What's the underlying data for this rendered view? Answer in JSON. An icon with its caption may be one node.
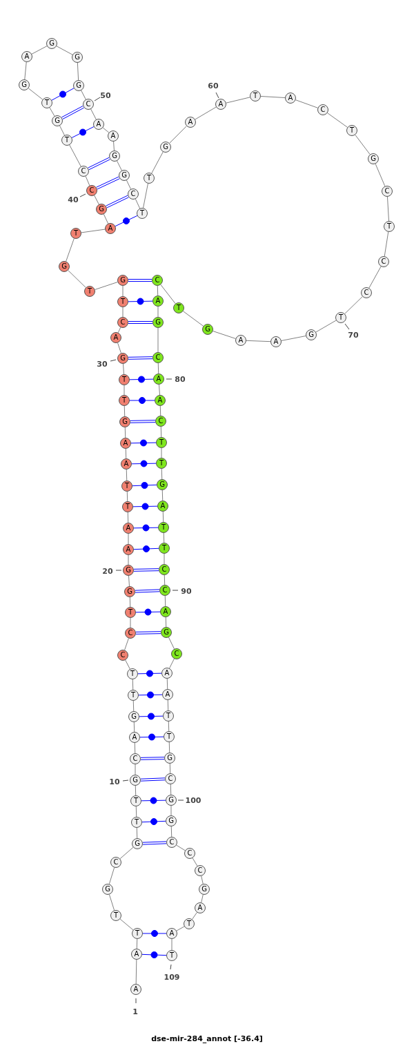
{
  "diagram": {
    "title": "dse-mir-284_annot [-36.4]",
    "nodes": [
      {
        "text": [
          "A"
        ],
        "beside": [
          "1"
        ]
      },
      {
        "text": [
          "A"
        ]
      },
      {
        "text": [
          "T"
        ]
      },
      {
        "text": [
          "T"
        ]
      },
      {
        "text": [
          "G"
        ]
      },
      {
        "text": [
          "C"
        ]
      },
      {
        "text": [
          "G"
        ]
      },
      {
        "text": [
          "T"
        ]
      },
      {
        "text": [
          "T"
        ]
      },
      {
        "text": [
          "G"
        ],
        "beside": [
          "10"
        ]
      },
      {
        "text": [
          "C"
        ]
      },
      {
        "text": [
          "A"
        ]
      },
      {
        "text": [
          "G"
        ]
      },
      {
        "text": [
          "T"
        ]
      },
      {
        "text": [
          "T"
        ]
      },
      {
        "text": [
          "C"
        ]
      },
      {
        "text": [
          "C"
        ]
      },
      {
        "text": [
          "T"
        ]
      },
      {
        "text": [
          "G"
        ]
      },
      {
        "text": [
          "G"
        ],
        "beside": [
          "20"
        ]
      },
      {
        "text": [
          "A"
        ]
      },
      {
        "text": [
          "A"
        ]
      },
      {
        "text": [
          "T"
        ]
      },
      {
        "text": [
          "T"
        ]
      },
      {
        "text": [
          "A"
        ]
      },
      {
        "text": [
          "A"
        ]
      },
      {
        "text": [
          "G"
        ]
      },
      {
        "text": [
          "T"
        ]
      },
      {
        "text": [
          "T"
        ]
      },
      {
        "text": [
          "G"
        ],
        "beside": [
          "30"
        ]
      },
      {
        "text": [
          "A"
        ]
      },
      {
        "text": [
          "C"
        ]
      },
      {
        "text": [
          "T"
        ]
      },
      {
        "text": [
          "G"
        ]
      },
      {
        "text": [
          "T"
        ]
      },
      {
        "text": [
          "G"
        ]
      },
      {
        "text": [
          "T"
        ]
      },
      {
        "text": [
          "A"
        ]
      },
      {
        "text": [
          "G"
        ]
      },
      {
        "text": [
          "C"
        ],
        "beside": [
          "40"
        ]
      },
      {
        "text": [
          "C"
        ]
      },
      {
        "text": [
          "T"
        ]
      },
      {
        "text": [
          "G"
        ]
      },
      {
        "text": [
          "T"
        ]
      },
      {
        "text": [
          "G"
        ]
      },
      {
        "text": [
          "A"
        ]
      },
      {
        "text": [
          "G"
        ]
      },
      {
        "text": [
          "G"
        ]
      },
      {
        "text": [
          "G"
        ]
      },
      {
        "text": [
          "C"
        ],
        "beside": [
          "50"
        ]
      },
      {
        "text": [
          "A"
        ]
      },
      {
        "text": [
          "A"
        ]
      },
      {
        "text": [
          "G"
        ]
      },
      {
        "text": [
          "G"
        ]
      },
      {
        "text": [
          "C"
        ]
      },
      {
        "text": [
          "T"
        ]
      },
      {
        "text": [
          "T"
        ]
      },
      {
        "text": [
          "G"
        ]
      },
      {
        "text": [
          "A"
        ]
      },
      {
        "text": [
          "A"
        ],
        "beside": [
          "60"
        ]
      },
      {
        "text": [
          "T"
        ]
      },
      {
        "text": [
          "A"
        ]
      },
      {
        "text": [
          "C"
        ]
      },
      {
        "text": [
          "T"
        ]
      },
      {
        "text": [
          "G"
        ]
      },
      {
        "text": [
          "C"
        ]
      },
      {
        "text": [
          "T"
        ]
      },
      {
        "text": [
          "C"
        ]
      },
      {
        "text": [
          "C"
        ]
      },
      {
        "text": [
          "T"
        ],
        "beside": [
          "70"
        ]
      },
      {
        "text": [
          "G"
        ]
      },
      {
        "text": [
          "A"
        ]
      },
      {
        "text": [
          "A"
        ]
      },
      {
        "text": [
          "G"
        ]
      },
      {
        "text": [
          "T"
        ]
      },
      {
        "text": [
          "C"
        ]
      },
      {
        "text": [
          "A"
        ]
      },
      {
        "text": [
          "G"
        ]
      },
      {
        "text": [
          "C"
        ]
      },
      {
        "text": [
          "A"
        ],
        "beside": [
          "80"
        ]
      },
      {
        "text": [
          "A"
        ]
      },
      {
        "text": [
          "C"
        ]
      },
      {
        "text": [
          "T"
        ]
      },
      {
        "text": [
          "T"
        ]
      },
      {
        "text": [
          "G"
        ]
      },
      {
        "text": [
          "A"
        ]
      },
      {
        "text": [
          "T"
        ]
      },
      {
        "text": [
          "T"
        ]
      },
      {
        "text": [
          "C"
        ]
      },
      {
        "text": [
          "C"
        ],
        "beside": [
          "90"
        ]
      },
      {
        "text": [
          "A"
        ]
      },
      {
        "text": [
          "G"
        ]
      },
      {
        "text": [
          "C"
        ]
      },
      {
        "text": [
          "A"
        ]
      },
      {
        "text": [
          "A"
        ]
      },
      {
        "text": [
          "T"
        ]
      },
      {
        "text": [
          "T"
        ]
      },
      {
        "text": [
          "G"
        ]
      },
      {
        "text": [
          "C"
        ]
      },
      {
        "text": [
          "G"
        ],
        "beside": [
          "100"
        ]
      },
      {
        "text": [
          "G"
        ]
      },
      {
        "text": [
          "C"
        ]
      },
      {
        "text": [
          "C"
        ]
      },
      {
        "text": [
          "C"
        ]
      },
      {
        "text": [
          "G"
        ]
      },
      {
        "text": [
          "A"
        ]
      },
      {
        "text": [
          "T"
        ]
      },
      {
        "text": [
          "A"
        ]
      },
      {
        "text": [
          "T"
        ],
        "beside": [
          "109"
        ]
      }
    ],
    "edges": [
      {
        "from": 0,
        "to": 1,
        "arrow": "none"
      },
      {
        "from": 1,
        "to": 2,
        "arrow": "none"
      },
      {
        "from": 2,
        "to": 3,
        "arrow": "none"
      },
      {
        "from": 3,
        "to": 4,
        "arrow": "none"
      },
      {
        "from": 4,
        "to": 5,
        "arrow": "none"
      },
      {
        "from": 5,
        "to": 6,
        "arrow": "none"
      },
      {
        "from": 6,
        "to": 7,
        "arrow": "none"
      },
      {
        "from": 7,
        "to": 8,
        "arrow": "none"
      },
      {
        "from": 8,
        "to": 9,
        "arrow": "none"
      },
      {
        "from": 9,
        "to": 10,
        "arrow": "none"
      },
      {
        "from": 10,
        "to": 11,
        "arrow": "none"
      },
      {
        "from": 11,
        "to": 12,
        "arrow": "none"
      },
      {
        "from": 12,
        "to": 13,
        "arrow": "none"
      },
      {
        "from": 13,
        "to": 14,
        "arrow": "none"
      },
      {
        "from": 14,
        "to": 15,
        "arrow": "none"
      },
      {
        "from": 15,
        "to": 16,
        "arrow": "none"
      },
      {
        "from": 16,
        "to": 17,
        "arrow": "none"
      },
      {
        "from": 17,
        "to": 18,
        "arrow": "none"
      },
      {
        "from": 18,
        "to": 19,
        "arrow": "none"
      },
      {
        "from": 19,
        "to": 20,
        "arrow": "none"
      },
      {
        "from": 20,
        "to": 21,
        "arrow": "none"
      },
      {
        "from": 21,
        "to": 22,
        "arrow": "none"
      },
      {
        "from": 22,
        "to": 23,
        "arrow": "none"
      },
      {
        "from": 23,
        "to": 24,
        "arrow": "none"
      },
      {
        "from": 24,
        "to": 25,
        "arrow": "none"
      },
      {
        "from": 25,
        "to": 26,
        "arrow": "none"
      },
      {
        "from": 26,
        "to": 27,
        "arrow": "none"
      },
      {
        "from": 27,
        "to": 28,
        "arrow": "none"
      },
      {
        "from": 28,
        "to": 29,
        "arrow": "none"
      },
      {
        "from": 29,
        "to": 30,
        "arrow": "none"
      },
      {
        "from": 30,
        "to": 31,
        "arrow": "none"
      },
      {
        "from": 31,
        "to": 32,
        "arrow": "none"
      },
      {
        "from": 32,
        "to": 33,
        "arrow": "none"
      },
      {
        "from": 33,
        "to": 34,
        "arrow": "none"
      },
      {
        "from": 34,
        "to": 35,
        "arrow": "none"
      },
      {
        "from": 35,
        "to": 36,
        "arrow": "none"
      },
      {
        "from": 36,
        "to": 37,
        "arrow": "none"
      },
      {
        "from": 37,
        "to": 38,
        "arrow": "none"
      },
      {
        "from": 38,
        "to": 39,
        "arrow": "none"
      },
      {
        "from": 39,
        "to": 40,
        "arrow": "none"
      },
      {
        "from": 40,
        "to": 41,
        "arrow": "none"
      },
      {
        "from": 41,
        "to": 42,
        "arrow": "none"
      },
      {
        "from": 42,
        "to": 43,
        "arrow": "none"
      },
      {
        "from": 43,
        "to": 44,
        "arrow": "none"
      },
      {
        "from": 44,
        "to": 45,
        "arrow": "none"
      },
      {
        "from": 45,
        "to": 46,
        "arrow": "none"
      },
      {
        "from": 46,
        "to": 47,
        "arrow": "none"
      },
      {
        "from": 47,
        "to": 48,
        "arrow": "none"
      },
      {
        "from": 48,
        "to": 49,
        "arrow": "none"
      },
      {
        "from": 49,
        "to": 50,
        "arrow": "none"
      },
      {
        "from": 50,
        "to": 51,
        "arrow": "none"
      },
      {
        "from": 51,
        "to": 52,
        "arrow": "none"
      },
      {
        "from": 52,
        "to": 53,
        "arrow": "none"
      },
      {
        "from": 53,
        "to": 54,
        "arrow": "none"
      },
      {
        "from": 54,
        "to": 55,
        "arrow": "none"
      },
      {
        "from": 55,
        "to": 56,
        "arrow": "none"
      },
      {
        "from": 56,
        "to": 57,
        "arrow": "none"
      },
      {
        "from": 57,
        "to": 58,
        "arrow": "none"
      },
      {
        "from": 58,
        "to": 59,
        "arrow": "none"
      },
      {
        "from": 59,
        "to": 60,
        "arrow": "none"
      },
      {
        "from": 60,
        "to": 61,
        "arrow": "none"
      },
      {
        "from": 61,
        "to": 62,
        "arrow": "none"
      },
      {
        "from": 62,
        "to": 63,
        "arrow": "none"
      },
      {
        "from": 63,
        "to": 64,
        "arrow": "none"
      },
      {
        "from": 64,
        "to": 65,
        "arrow": "none"
      },
      {
        "from": 65,
        "to": 66,
        "arrow": "none"
      },
      {
        "from": 66,
        "to": 67,
        "arrow": "none"
      },
      {
        "from": 67,
        "to": 68,
        "arrow": "none"
      },
      {
        "from": 68,
        "to": 69,
        "arrow": "none"
      },
      {
        "from": 69,
        "to": 70,
        "arrow": "none"
      },
      {
        "from": 70,
        "to": 71,
        "arrow": "none"
      },
      {
        "from": 71,
        "to": 72,
        "arrow": "none"
      },
      {
        "from": 72,
        "to": 73,
        "arrow": "none"
      },
      {
        "from": 73,
        "to": 74,
        "arrow": "none"
      },
      {
        "from": 74,
        "to": 75,
        "arrow": "none"
      },
      {
        "from": 75,
        "to": 76,
        "arrow": "none"
      },
      {
        "from": 76,
        "to": 77,
        "arrow": "none"
      },
      {
        "from": 77,
        "to": 78,
        "arrow": "none"
      },
      {
        "from": 78,
        "to": 79,
        "arrow": "none"
      },
      {
        "from": 79,
        "to": 80,
        "arrow": "none"
      },
      {
        "from": 80,
        "to": 81,
        "arrow": "none"
      },
      {
        "from": 81,
        "to": 82,
        "arrow": "none"
      },
      {
        "from": 82,
        "to": 83,
        "arrow": "none"
      },
      {
        "from": 83,
        "to": 84,
        "arrow": "none"
      },
      {
        "from": 84,
        "to": 85,
        "arrow": "none"
      },
      {
        "from": 85,
        "to": 86,
        "arrow": "none"
      },
      {
        "from": 86,
        "to": 87,
        "arrow": "none"
      },
      {
        "from": 87,
        "to": 88,
        "arrow": "none"
      },
      {
        "from": 88,
        "to": 89,
        "arrow": "none"
      },
      {
        "from": 89,
        "to": 90,
        "arrow": "none"
      },
      {
        "from": 90,
        "to": 91,
        "arrow": "none"
      },
      {
        "from": 91,
        "to": 92,
        "arrow": "none"
      },
      {
        "from": 92,
        "to": 93,
        "arrow": "none"
      },
      {
        "from": 93,
        "to": 94,
        "arrow": "none"
      },
      {
        "from": 94,
        "to": 95,
        "arrow": "none"
      },
      {
        "from": 95,
        "to": 96,
        "arrow": "none"
      },
      {
        "from": 96,
        "to": 97,
        "arrow": "none"
      },
      {
        "from": 97,
        "to": 98,
        "arrow": "none"
      },
      {
        "from": 98,
        "to": 99,
        "arrow": "none"
      },
      {
        "from": 99,
        "to": 100,
        "arrow": "none"
      },
      {
        "from": 100,
        "to": 101,
        "arrow": "none"
      },
      {
        "from": 101,
        "to": 102,
        "arrow": "none"
      },
      {
        "from": 102,
        "to": 103,
        "arrow": "none"
      },
      {
        "from": 103,
        "to": 104,
        "arrow": "none"
      },
      {
        "from": 104,
        "to": 105,
        "arrow": "none"
      },
      {
        "from": 105,
        "to": 106,
        "arrow": "none"
      },
      {
        "from": 106,
        "to": 107,
        "arrow": "none"
      },
      {
        "from": 107,
        "to": 108,
        "arrow": "none"
      },
      {
        "from": 37,
        "to": 55,
        "arrow": "none",
        "color": "#0000ff"
      },
      {
        "from": 38,
        "to": 54,
        "arrow": "none",
        "color": "#0000ff"
      },
      {
        "from": 39,
        "to": 53,
        "arrow": "none",
        "color": "#0000ff"
      },
      {
        "from": 40,
        "to": 52,
        "arrow": "none",
        "color": "#0000ff"
      },
      {
        "from": 41,
        "to": 50,
        "arrow": "none",
        "color": "#0000ff"
      },
      {
        "from": 42,
        "to": 49,
        "arrow": "none",
        "color": "#0000ff"
      },
      {
        "from": 43,
        "to": 48,
        "arrow": "none",
        "color": "#0000ff"
      },
      {
        "from": 33,
        "to": 75,
        "arrow": "none",
        "color": "#0000ff"
      },
      {
        "from": 32,
        "to": 76,
        "arrow": "none",
        "color": "#0000ff"
      },
      {
        "from": 31,
        "to": 77,
        "arrow": "none",
        "color": "#0000ff"
      },
      {
        "from": 29,
        "to": 78,
        "arrow": "none",
        "color": "#0000ff"
      },
      {
        "from": 28,
        "to": 79,
        "arrow": "none",
        "color": "#0000ff"
      },
      {
        "from": 27,
        "to": 80,
        "arrow": "none",
        "color": "#0000ff"
      },
      {
        "from": 26,
        "to": 81,
        "arrow": "none",
        "color": "#0000ff"
      },
      {
        "from": 25,
        "to": 82,
        "arrow": "none",
        "color": "#0000ff"
      },
      {
        "from": 24,
        "to": 83,
        "arrow": "none",
        "color": "#0000ff"
      },
      {
        "from": 23,
        "to": 84,
        "arrow": "none",
        "color": "#0000ff"
      },
      {
        "from": 22,
        "to": 85,
        "arrow": "none",
        "color": "#0000ff"
      },
      {
        "from": 21,
        "to": 86,
        "arrow": "none",
        "color": "#0000ff"
      },
      {
        "from": 20,
        "to": 87,
        "arrow": "none",
        "color": "#0000ff"
      },
      {
        "from": 19,
        "to": 88,
        "arrow": "none",
        "color": "#0000ff"
      },
      {
        "from": 18,
        "to": 89,
        "arrow": "none",
        "color": "#0000ff"
      },
      {
        "from": 17,
        "to": 90,
        "arrow": "none",
        "color": "#0000ff"
      },
      {
        "from": 16,
        "to": 91,
        "arrow": "none",
        "color": "#0000ff"
      },
      {
        "from": 14,
        "to": 93,
        "arrow": "none",
        "color": "#0000ff"
      },
      {
        "from": 13,
        "to": 94,
        "arrow": "none",
        "color": "#0000ff"
      },
      {
        "from": 12,
        "to": 95,
        "arrow": "none",
        "color": "#0000ff"
      },
      {
        "from": 11,
        "to": 96,
        "arrow": "none",
        "color": "#0000ff"
      },
      {
        "from": 10,
        "to": 97,
        "arrow": "none",
        "color": "#0000ff"
      },
      {
        "from": 9,
        "to": 98,
        "arrow": "none",
        "color": "#0000ff"
      },
      {
        "from": 8,
        "to": 99,
        "arrow": "none",
        "color": "#0000ff"
      },
      {
        "from": 7,
        "to": 100,
        "arrow": "none",
        "color": "#0000ff"
      },
      {
        "from": 6,
        "to": 101,
        "arrow": "none",
        "color": "#0000ff"
      },
      {
        "from": 2,
        "to": 107,
        "arrow": "none",
        "color": "#0000ff"
      },
      {
        "from": 1,
        "to": 108,
        "arrow": "none",
        "color": "#0000ff"
      }
    ]
  }
}
